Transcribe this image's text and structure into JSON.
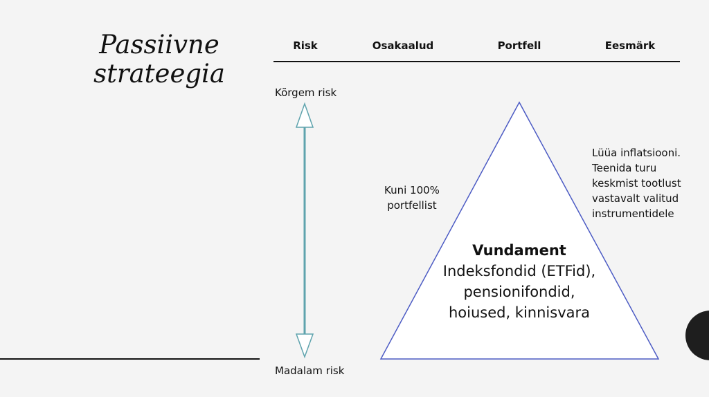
{
  "title": "Passiivne strateegia",
  "headers": [
    "Risk",
    "Osakaalud",
    "Portfell",
    "Eesmärk"
  ],
  "risk_top": "Kõrgem risk",
  "risk_bottom": "Madalam risk",
  "share": [
    "Kuni 100%",
    "portfellist"
  ],
  "goal": [
    "Lüüa  inflatsiooni.",
    "Teenida turu",
    "keskmist tootlust",
    "vastavalt valitud",
    "instrumentidele"
  ],
  "pyramid": {
    "heading": "Vundament",
    "lines": [
      "Indeksfondid (ETFid),",
      "pensionifondid,",
      "hoiused, kinnisvara"
    ]
  },
  "colors": {
    "triangle_stroke": "#4c5bc4",
    "arrow": "#5ea3ad"
  }
}
